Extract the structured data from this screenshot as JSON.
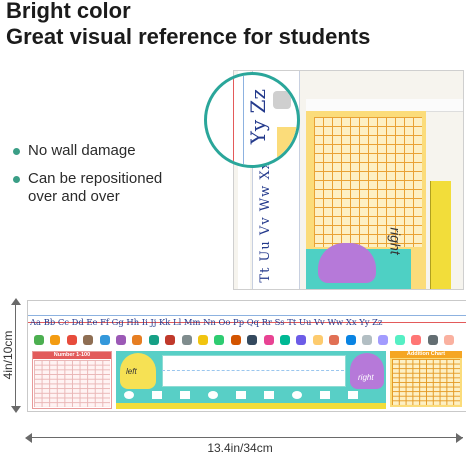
{
  "headline": {
    "line1": "Bright color",
    "line2": "Great visual reference for students"
  },
  "features": [
    "No wall damage",
    "Can be repositioned",
    "over and over"
  ],
  "product": {
    "alphabet": "Aa Bb Cc Dd Ee Ff Gg Hh Ii Jj Kk Ll Mm Nn Oo Pp Qq Rr Ss Tt Uu Vv Ww Xx Yy Zz",
    "photo_letters": "Tt Uu Vv Ww Xx",
    "magnifier_letters": "Yy Zz",
    "left_chart_title": "Number 1-100",
    "right_chart_title": "Addition Chart",
    "hand_left": "left",
    "hand_right": "right",
    "photo_hand_label": "right"
  },
  "dimensions": {
    "height": "4in/10cm",
    "width": "13.4in/34cm"
  },
  "colors": {
    "accent": "#3a9e86",
    "chart_yellow": "#fbdc7a",
    "panel_teal": "#58cfc6",
    "hand_purple": "#b679d9",
    "hand_yellow": "#f6e154"
  }
}
